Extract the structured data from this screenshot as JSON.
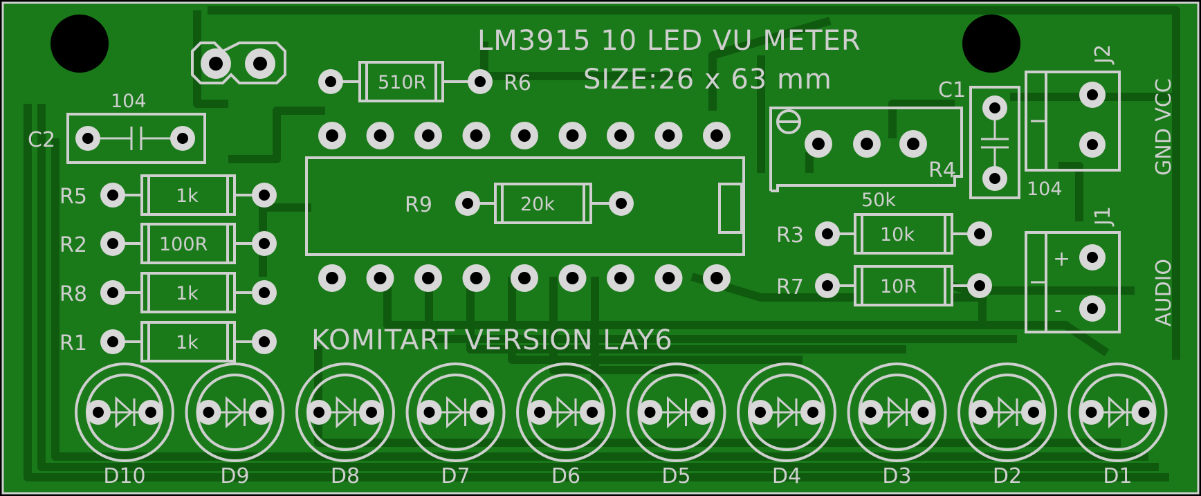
{
  "board": {
    "title": "LM3915 10 LED VU METER",
    "size_text": "SIZE:26 x 63 mm",
    "version_text": "KOMITART VERSION LAY6",
    "colors": {
      "background": "#000000",
      "board": "#1a7a1a",
      "trace": "#0f5a0f",
      "silkscreen": "#cfcfcf",
      "pad": "#d8d8d8"
    }
  },
  "resistors": [
    {
      "ref": "R6",
      "value": "510R"
    },
    {
      "ref": "R5",
      "value": "1k"
    },
    {
      "ref": "R2",
      "value": "100R"
    },
    {
      "ref": "R8",
      "value": "1k"
    },
    {
      "ref": "R1",
      "value": "1k"
    },
    {
      "ref": "R9",
      "value": "20k"
    },
    {
      "ref": "R3",
      "value": "10k"
    },
    {
      "ref": "R7",
      "value": "10R"
    }
  ],
  "capacitors": [
    {
      "ref": "C2",
      "value": "104"
    },
    {
      "ref": "C1",
      "value": "104"
    }
  ],
  "trimmer": {
    "ref": "R4",
    "value": "50k"
  },
  "connectors": {
    "j2": {
      "ref": "J2",
      "label": "GND VCC"
    },
    "j1": {
      "ref": "J1",
      "label": "AUDIO",
      "plus": "+",
      "minus": "-"
    }
  },
  "leds": [
    "D10",
    "D9",
    "D8",
    "D7",
    "D6",
    "D5",
    "D4",
    "D3",
    "D2",
    "D1"
  ]
}
